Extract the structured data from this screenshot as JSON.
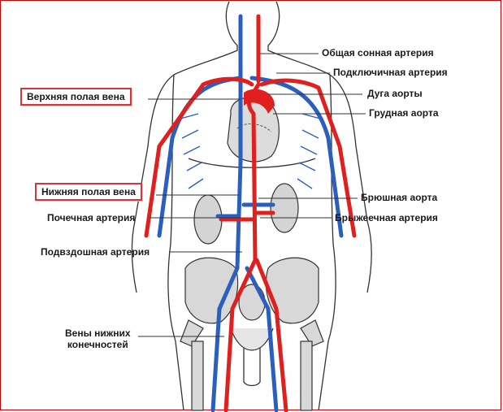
{
  "labels": {
    "carotid": "Общая сонная артерия",
    "subclavian": "Подключичная артерия",
    "aortic_arch": "Дуга аорты",
    "thoracic_aorta": "Грудная аорта",
    "superior_vena_cava": "Верхняя полая вена",
    "inferior_vena_cava": "Нижняя полая вена",
    "abdominal_aorta": "Брюшная аорта",
    "renal_artery": "Почечная артерия",
    "mesenteric_artery": "Брыжеечная артерия",
    "iliac_artery": "Подвздошная артерия",
    "leg_veins_line1": "Вены нижних",
    "leg_veins_line2": "конечностей"
  },
  "colors": {
    "artery": "#e0201e",
    "vein": "#2a5fbf",
    "highlight_box": "#d6343b",
    "frame": "#c40000"
  }
}
